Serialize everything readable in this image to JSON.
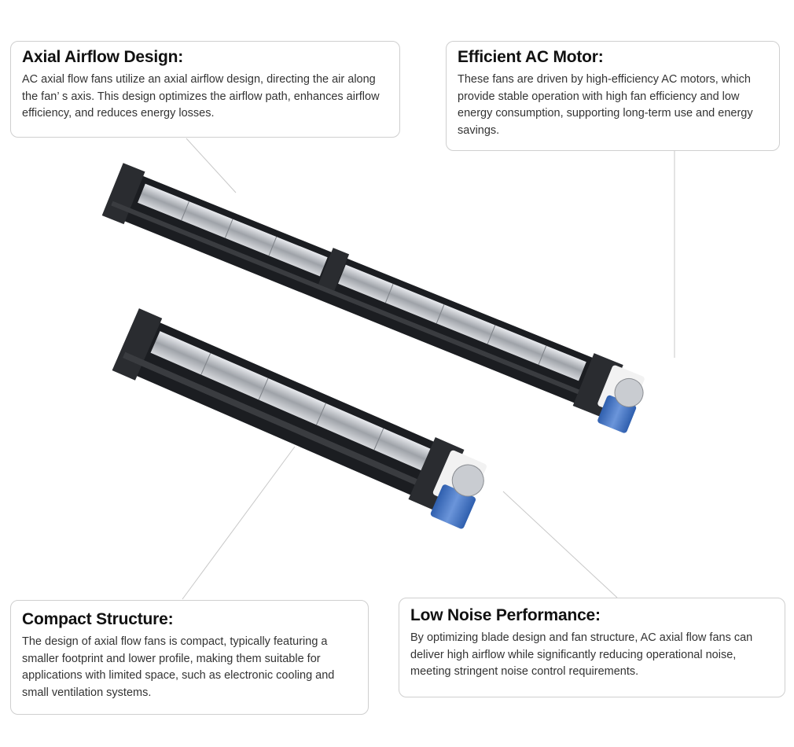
{
  "features": [
    {
      "title": "Axial Airflow Design:",
      "body": "AC axial flow fans utilize an axial airflow design, directing the air along the fan’ s axis. This design optimizes the airflow path, enhances airflow efficiency, and reduces energy losses."
    },
    {
      "title": "Efficient AC Motor:",
      "body": "These fans are driven by high-efficiency AC motors, which provide stable operation with high fan efficiency and low energy consumption, supporting long-term use and energy savings."
    },
    {
      "title": "Compact Structure:",
      "body": "The design of axial flow fans is compact, typically featuring a smaller footprint and lower profile, making them suitable for applications with limited space, such as electronic cooling and small ventilation systems."
    },
    {
      "title": "Low Noise Performance:",
      "body": "By optimizing blade design and fan structure, AC axial flow fans can deliver high airflow while significantly reducing operational noise, meeting stringent noise control requirements."
    }
  ],
  "colors": {
    "housing": "#1b1d21",
    "rotor": "#b9bcc2",
    "motor": "#4a78c8",
    "bracket": "#f2f2f2"
  }
}
